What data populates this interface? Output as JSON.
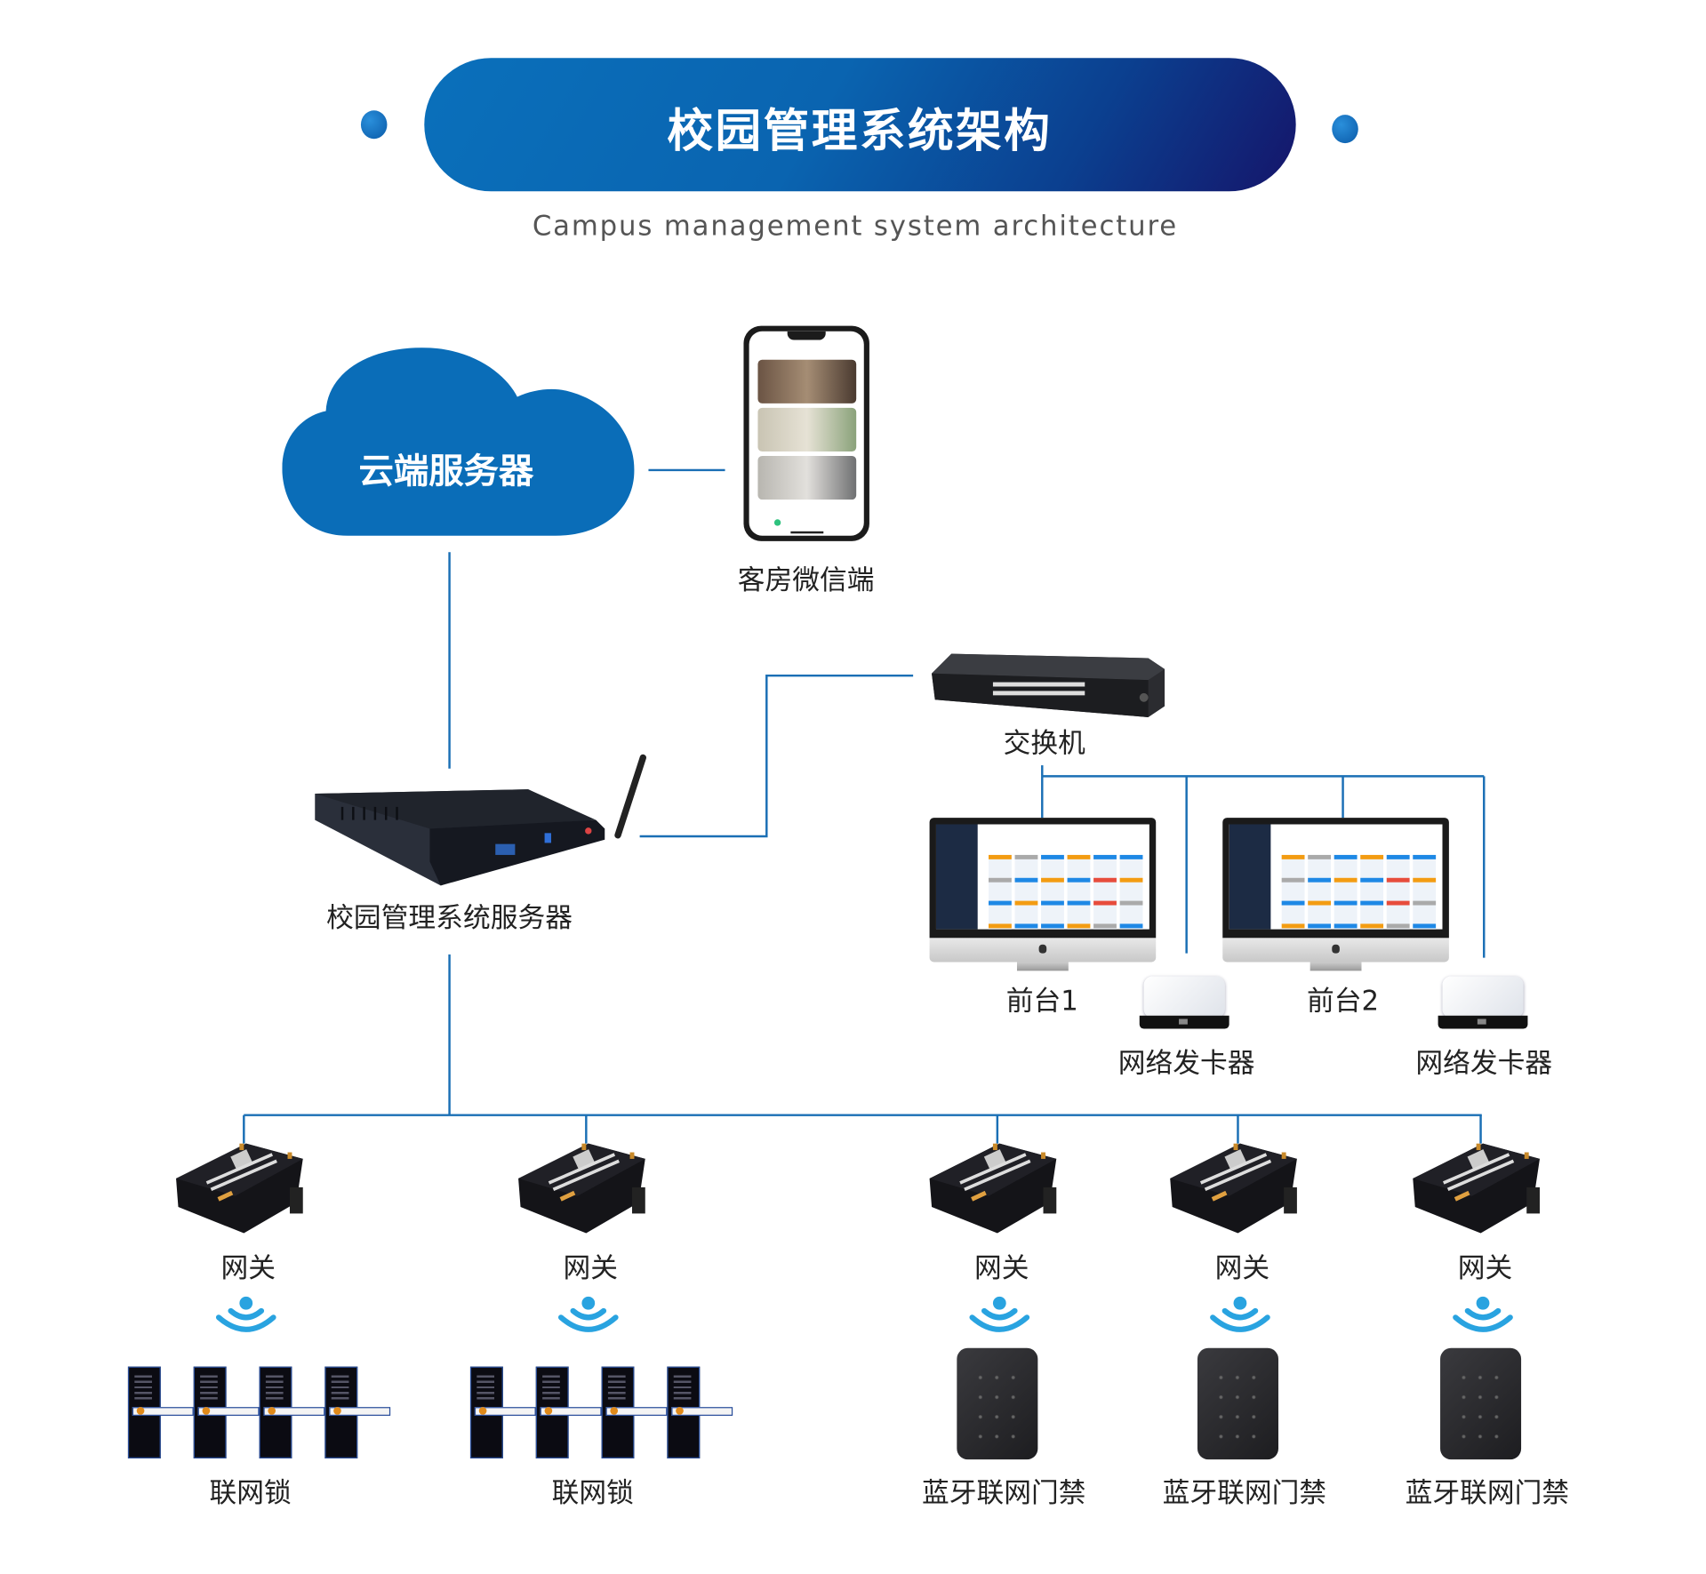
{
  "header": {
    "title": "校园管理系统架构",
    "subtitle": "Campus management system architecture"
  },
  "colors": {
    "brand_blue": "#0a6db8",
    "brand_dark": "#15156a",
    "connector": "#1a6fb5",
    "wifi": "#29a3e0"
  },
  "nodes": {
    "cloud": {
      "label": "云端服务器",
      "icon": "cloud-icon"
    },
    "phone": {
      "label": "客房微信端",
      "icon": "smartphone-icon"
    },
    "server": {
      "label": "校园管理系统服务器",
      "icon": "server-box-icon"
    },
    "switch": {
      "label": "交换机",
      "icon": "network-switch-icon"
    },
    "front_desks": [
      {
        "label": "前台1",
        "icon": "desktop-monitor-icon"
      },
      {
        "label": "前台2",
        "icon": "desktop-monitor-icon"
      }
    ],
    "card_issuers": [
      {
        "label": "网络发卡器",
        "icon": "card-reader-icon"
      },
      {
        "label": "网络发卡器",
        "icon": "card-reader-icon"
      }
    ],
    "gateways": [
      {
        "label": "网关",
        "device": "联网锁",
        "device_icon": "door-lock-icon"
      },
      {
        "label": "网关",
        "device": "联网锁",
        "device_icon": "door-lock-icon"
      },
      {
        "label": "网关",
        "device": "蓝牙联网门禁",
        "device_icon": "access-keypad-icon"
      },
      {
        "label": "网关",
        "device": "蓝牙联网门禁",
        "device_icon": "access-keypad-icon"
      },
      {
        "label": "网关",
        "device": "蓝牙联网门禁",
        "device_icon": "access-keypad-icon"
      }
    ]
  }
}
